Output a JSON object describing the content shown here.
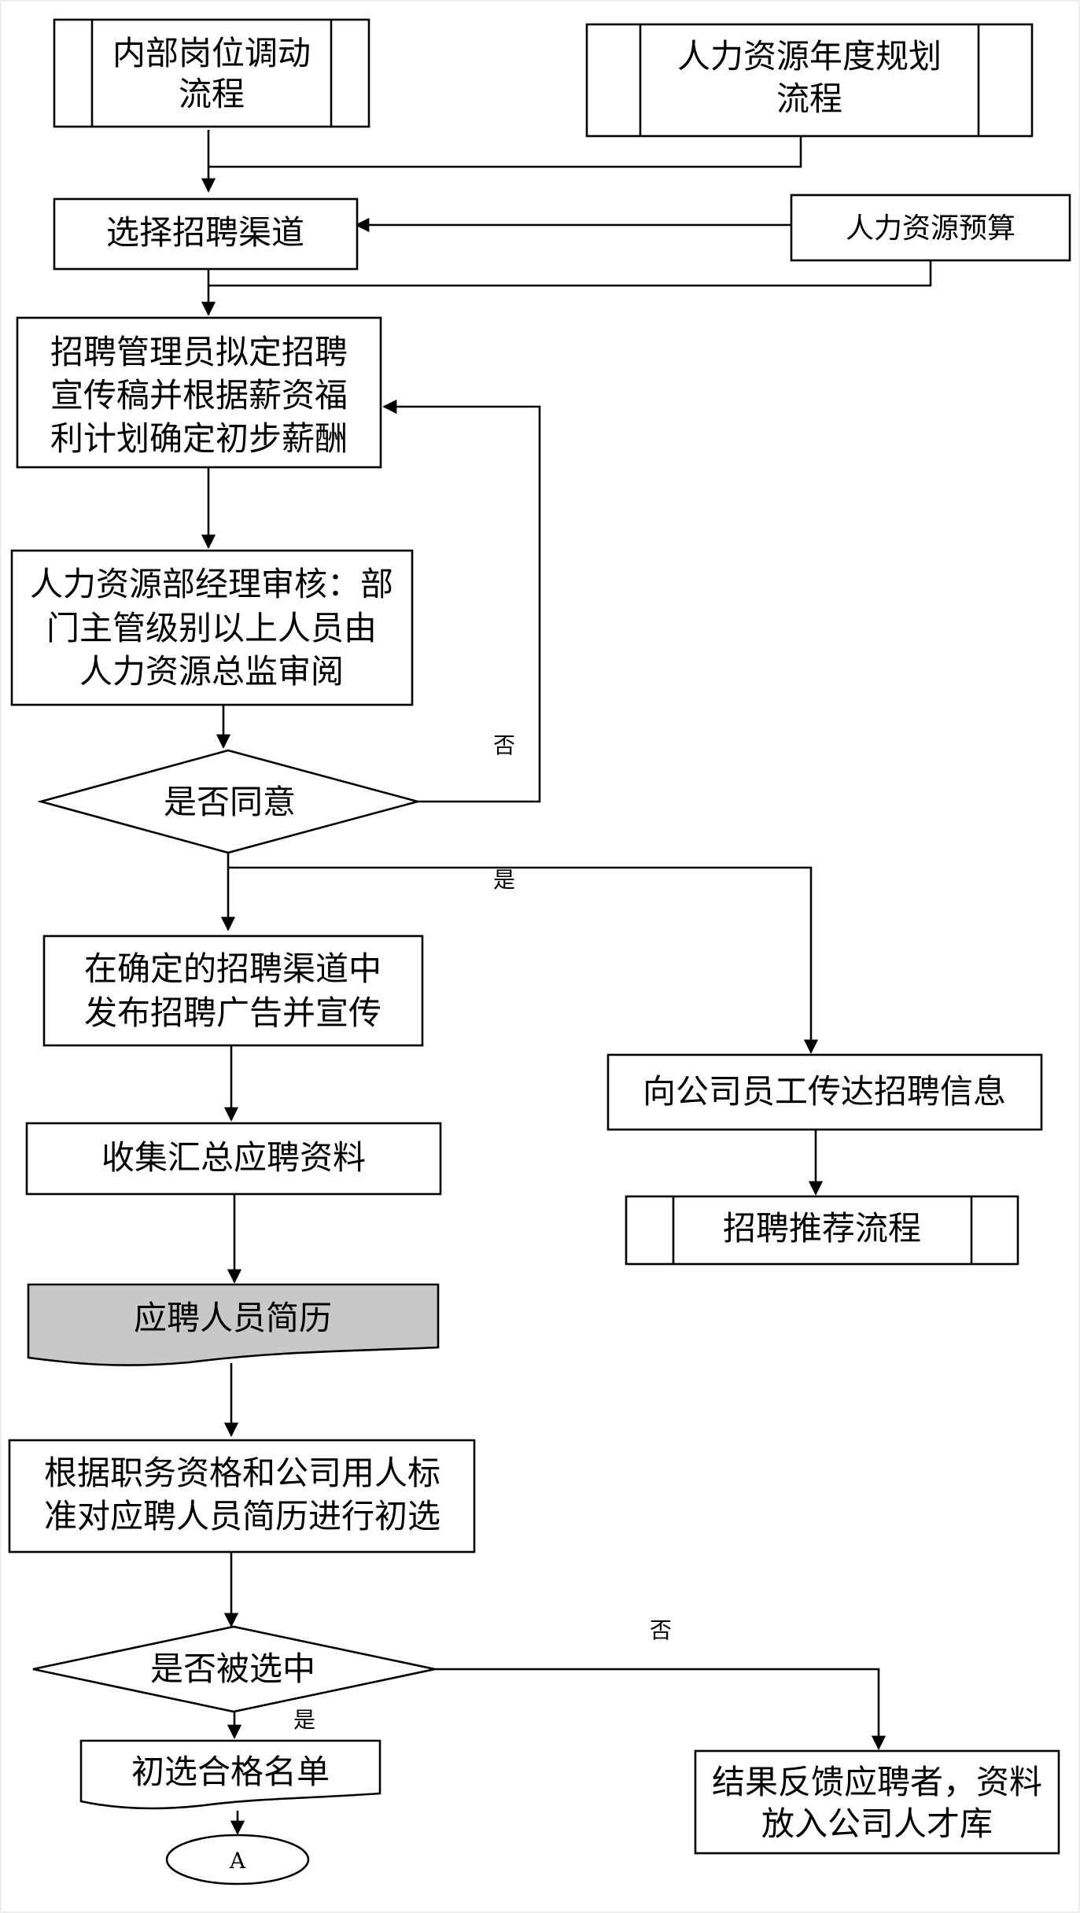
{
  "nodes": {
    "internal_transfer": {
      "lines": [
        "内部岗位调动",
        "流程"
      ]
    },
    "hr_annual_plan": {
      "lines": [
        "人力资源年度规划",
        "流程"
      ]
    },
    "select_channel": {
      "lines": [
        "选择招聘渠道"
      ]
    },
    "hr_budget": {
      "lines": [
        "人力资源预算"
      ]
    },
    "draft_promo": {
      "lines": [
        "招聘管理员拟定招聘",
        "宣传稿并根据薪资福",
        "利计划确定初步薪酬"
      ]
    },
    "manager_review": {
      "lines": [
        "人力资源部经理审核：部",
        "门主管级别以上人员由",
        "人力资源总监审阅"
      ]
    },
    "approve_decision": {
      "lines": [
        "是否同意"
      ]
    },
    "publish_ad": {
      "lines": [
        "在确定的招聘渠道中",
        "发布招聘广告并宣传"
      ]
    },
    "notify_staff": {
      "lines": [
        "向公司员工传达招聘信息"
      ]
    },
    "referral_process": {
      "lines": [
        "招聘推荐流程"
      ]
    },
    "collect_resumes": {
      "lines": [
        "收集汇总应聘资料"
      ]
    },
    "resume_doc": {
      "lines": [
        "应聘人员简历"
      ]
    },
    "screening": {
      "lines": [
        "根据职务资格和公司用人标",
        "准对应聘人员简历进行初选"
      ]
    },
    "selected_decision": {
      "lines": [
        "是否被选中"
      ]
    },
    "qualified_list": {
      "lines": [
        "初选合格名单"
      ]
    },
    "feedback": {
      "lines": [
        "结果反馈应聘者，资料",
        "放入公司人才库"
      ]
    },
    "connector_a": {
      "lines": [
        "A"
      ]
    }
  },
  "edge_labels": {
    "approve_no": "否",
    "approve_yes": "是",
    "selected_no": "否",
    "selected_yes": "是"
  },
  "colors": {
    "stroke": "#000000",
    "background": "#ffffff",
    "document_fill": "#c8c8c8"
  }
}
